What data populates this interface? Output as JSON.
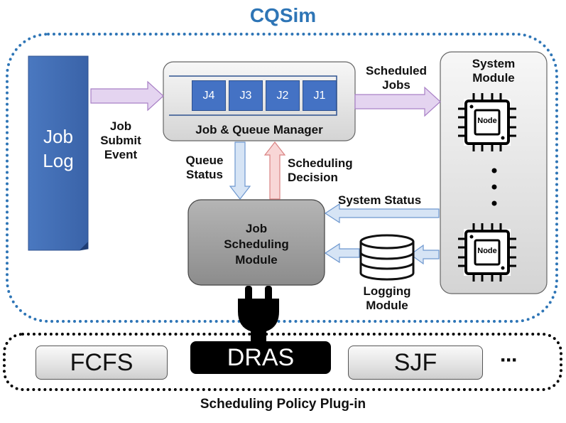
{
  "title": "CQSim",
  "job_log": {
    "line1": "Job",
    "line2": "Log"
  },
  "job_submit_event": {
    "line1": "Job",
    "line2": "Submit",
    "line3": "Event"
  },
  "queue_manager": {
    "label": "Job & Queue Manager",
    "jobs": [
      "J4",
      "J3",
      "J2",
      "J1"
    ]
  },
  "scheduled_jobs": {
    "line1": "Scheduled",
    "line2": "Jobs"
  },
  "system_module": {
    "line1": "System",
    "line2": "Module",
    "node_label": "Node",
    "ellipsis": "• • •"
  },
  "queue_status": {
    "line1": "Queue",
    "line2": "Status"
  },
  "scheduling_decision": {
    "line1": "Scheduling",
    "line2": "Decision"
  },
  "system_status": "System Status",
  "job_scheduling_module": {
    "line1": "Job",
    "line2": "Scheduling",
    "line3": "Module"
  },
  "logging_module": {
    "line1": "Logging",
    "line2": "Module"
  },
  "policies": {
    "fcfs": "FCFS",
    "dras": "DRAS",
    "sjf": "SJF",
    "more": "···"
  },
  "plugin_caption": "Scheduling Policy Plug-in",
  "colors": {
    "accent_blue": "#2e75b6",
    "job_blue": "#4472c4",
    "purple_arrow": "#e4d4f0",
    "blue_arrow": "#d6e4f5",
    "red_arrow": "#f8d6d6"
  }
}
